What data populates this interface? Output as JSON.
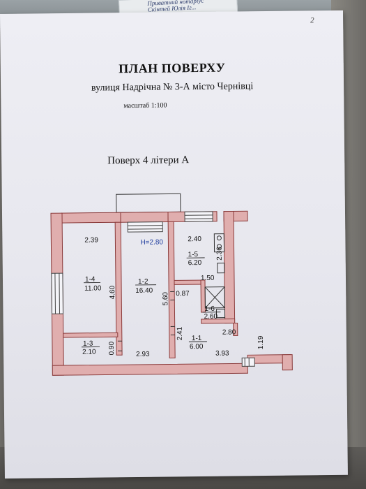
{
  "stamp": {
    "line1": "Приватний нотаріус",
    "line2": "Скінтей Юлія Іг..."
  },
  "page_number": "2",
  "document": {
    "title": "ПЛАН ПОВЕРХУ",
    "address": "вулиця Надрічна  № 3-А місто Чернівці",
    "scale": "масштаб 1:100",
    "floor": "Поверх 4 літери А"
  },
  "plan": {
    "ceiling_height": "H=2.80",
    "rooms": [
      {
        "id": "1-4",
        "area": "11.00"
      },
      {
        "id": "1-2",
        "area": "16.40"
      },
      {
        "id": "1-5",
        "area": "6.20"
      },
      {
        "id": "1-6",
        "area": "2.60"
      },
      {
        "id": "1-3",
        "area": "2.10"
      },
      {
        "id": "1-1",
        "area": "6.00"
      }
    ],
    "dimensions": {
      "d_2_39": "2.39",
      "d_2_40": "2.40",
      "d_2_36": "2.36",
      "d_4_60": "4.60",
      "d_5_60": "5.60",
      "d_1_50": "1.50",
      "d_0_87": "0.87",
      "d_2_41": "2.41",
      "d_2_80": "2.80",
      "d_1_19": "1.19",
      "d_0_90": "0.90",
      "d_2_93": "2.93",
      "d_3_93": "3.93"
    },
    "colors": {
      "wall_fill": "#e0aeae",
      "wall_stroke": "#8a3a3a",
      "height_text": "#1c3a9c"
    }
  }
}
